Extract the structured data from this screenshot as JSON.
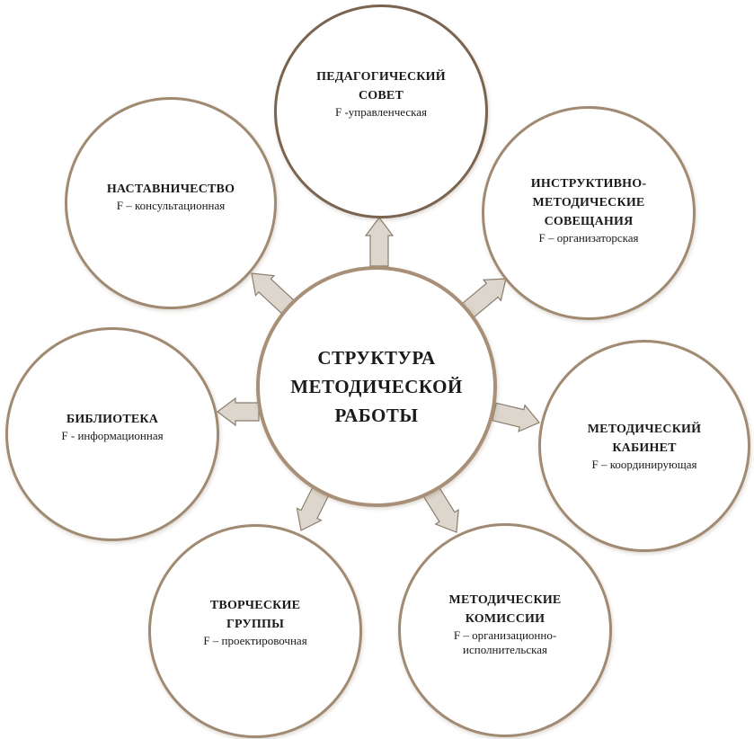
{
  "center": {
    "lines": [
      "СТРУКТУРА",
      "МЕТОДИЧЕСКОЙ",
      "РАБОТЫ"
    ]
  },
  "nodes": {
    "ped_sovet": {
      "title": [
        "ПЕДАГОГИЧЕСКИЙ",
        "СОВЕТ"
      ],
      "func": "F -управленческая"
    },
    "nastav": {
      "title": [
        "НАСТАВНИЧЕСТВО"
      ],
      "func": "F – консультационная"
    },
    "instr": {
      "title": [
        "ИНСТРУКТИВНО-",
        "МЕТОДИЧЕСКИЕ",
        "СОВЕЩАНИЯ"
      ],
      "func": "F – организаторская"
    },
    "biblio": {
      "title": [
        "БИБЛИОТЕКА"
      ],
      "func": "F - информационная"
    },
    "kabinet": {
      "title": [
        "МЕТОДИЧЕСКИЙ",
        "КАБИНЕТ"
      ],
      "func": "F – координирующая"
    },
    "tvorch": {
      "title": [
        "ТВОРЧЕСКИЕ",
        "ГРУППЫ"
      ],
      "func": "F – проектировочная"
    },
    "komiss": {
      "title": [
        "МЕТОДИЧЕСКИЕ",
        "КОМИССИИ"
      ],
      "func": [
        "F – организационно-",
        "исполнительская"
      ]
    }
  },
  "colors": {
    "border": "#a08a72",
    "arrow_fill": "#ddd6cc",
    "arrow_stroke": "#8b7d6e"
  }
}
